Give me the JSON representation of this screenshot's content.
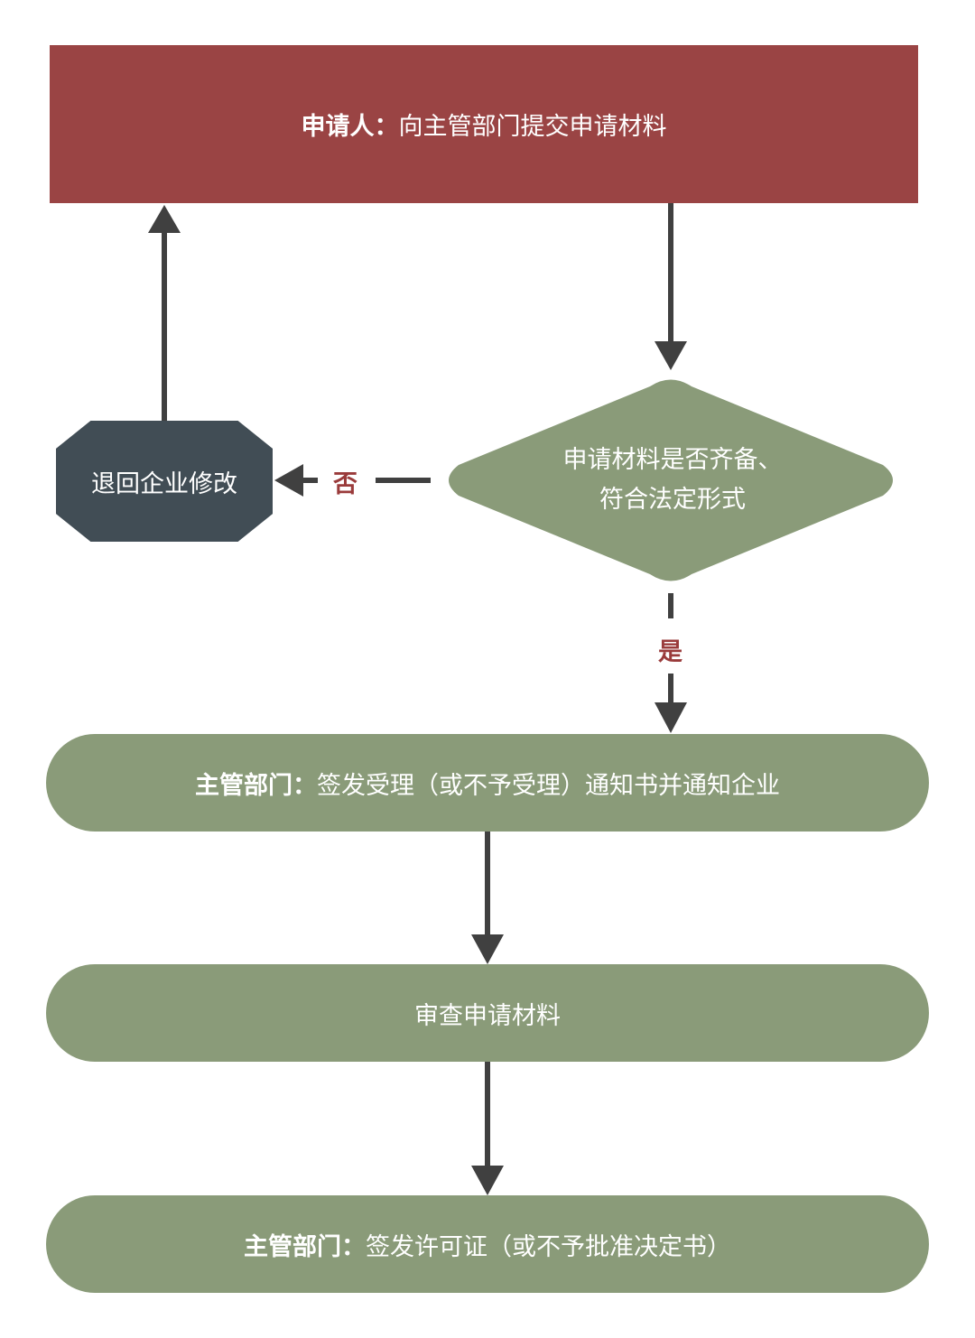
{
  "colors": {
    "applicant_fill": "#9a4444",
    "return_fill": "#414d55",
    "process_fill": "#8a9b79",
    "arrow": "#404040",
    "branch_label": "#9a3b3b"
  },
  "nodes": {
    "applicant": {
      "bold": "申请人：",
      "text": "向主管部门提交申请材料"
    },
    "decision": {
      "line1": "申请材料是否齐备、",
      "line2": "符合法定形式"
    },
    "return": {
      "text": "退回企业修改"
    },
    "accept": {
      "bold": "主管部门：",
      "text": "签发受理（或不予受理）通知书并通知企业"
    },
    "review": {
      "text": "审查申请材料"
    },
    "permit": {
      "bold": "主管部门：",
      "text": "签发许可证（或不予批准决定书）"
    }
  },
  "branches": {
    "no": "否",
    "yes": "是"
  }
}
